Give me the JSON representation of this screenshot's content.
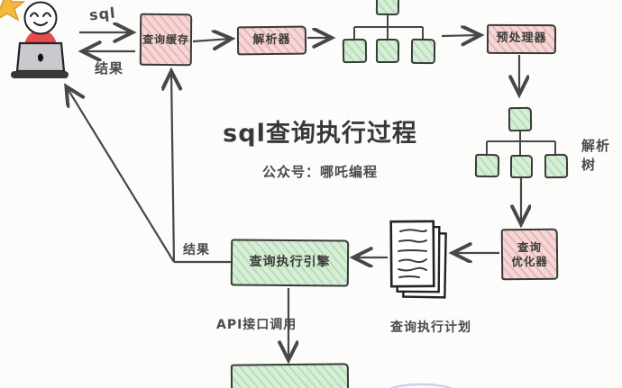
{
  "title": "sql查询执行过程",
  "subtitle": "公众号：哪吒编程",
  "nodes": {
    "query_cache": "查询缓存",
    "parser": "解析器",
    "preprocessor": "预处理器",
    "optimizer_line1": "查询",
    "optimizer_line2": "优化器",
    "execution_engine": "查询执行引擎"
  },
  "labels": {
    "sql": "sql",
    "result_top": "结果",
    "result_bottom": "结果",
    "parse_tree": "解析树",
    "api_call": "API接口调用",
    "execution_plan": "查询执行计划"
  },
  "colors": {
    "box_pink": "#f5d7d7",
    "box_green": "#d6eed6",
    "line": "#474747",
    "text": "#3d3d3d",
    "accent_red": "#e64c4c",
    "laptop_gray": "#c9c9ce",
    "star_yellow": "#f2bb3f"
  }
}
